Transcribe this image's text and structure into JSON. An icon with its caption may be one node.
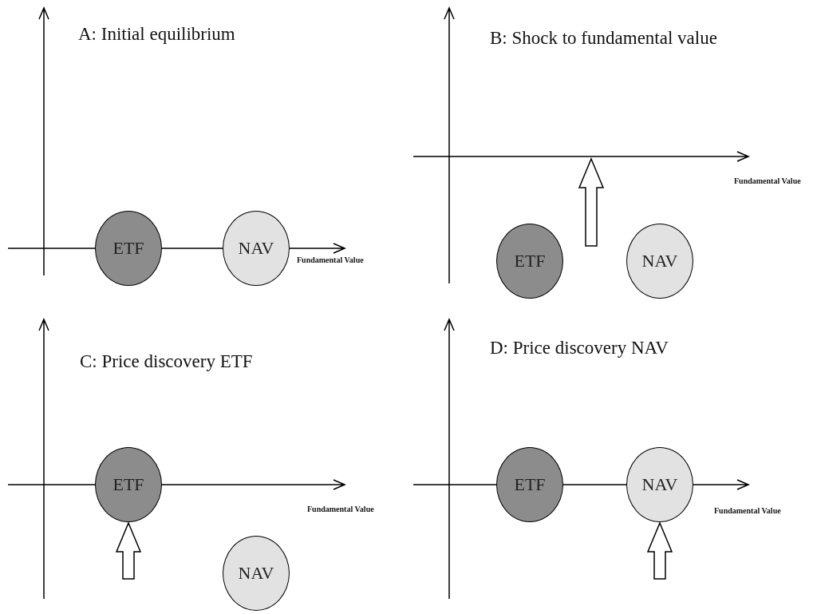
{
  "diagram": {
    "nodes": [
      {
        "text": [
          "ETF"
        ]
      },
      {
        "text": [
          "NAV"
        ]
      },
      {
        "text": [
          "ETF"
        ]
      },
      {
        "text": [
          "NAV"
        ]
      },
      {
        "text": [
          "ETF"
        ]
      },
      {
        "text": [
          "NAV"
        ]
      },
      {
        "text": [
          "ETF"
        ]
      },
      {
        "text": [
          "NAV"
        ]
      }
    ],
    "edges": [
      {
        "from": null,
        "to": 4,
        "arrow": "to"
      },
      {
        "from": null,
        "to": 7,
        "arrow": "to"
      }
    ],
    "labels": [
      "A: Initial equilibrium",
      "Fundamental Value",
      "B: Shock to fundamental value",
      "Fundamental Value",
      "C: Price discovery ETF",
      "Fundamental Value",
      "D: Price discovery NAV",
      "Fundamental Value"
    ]
  }
}
